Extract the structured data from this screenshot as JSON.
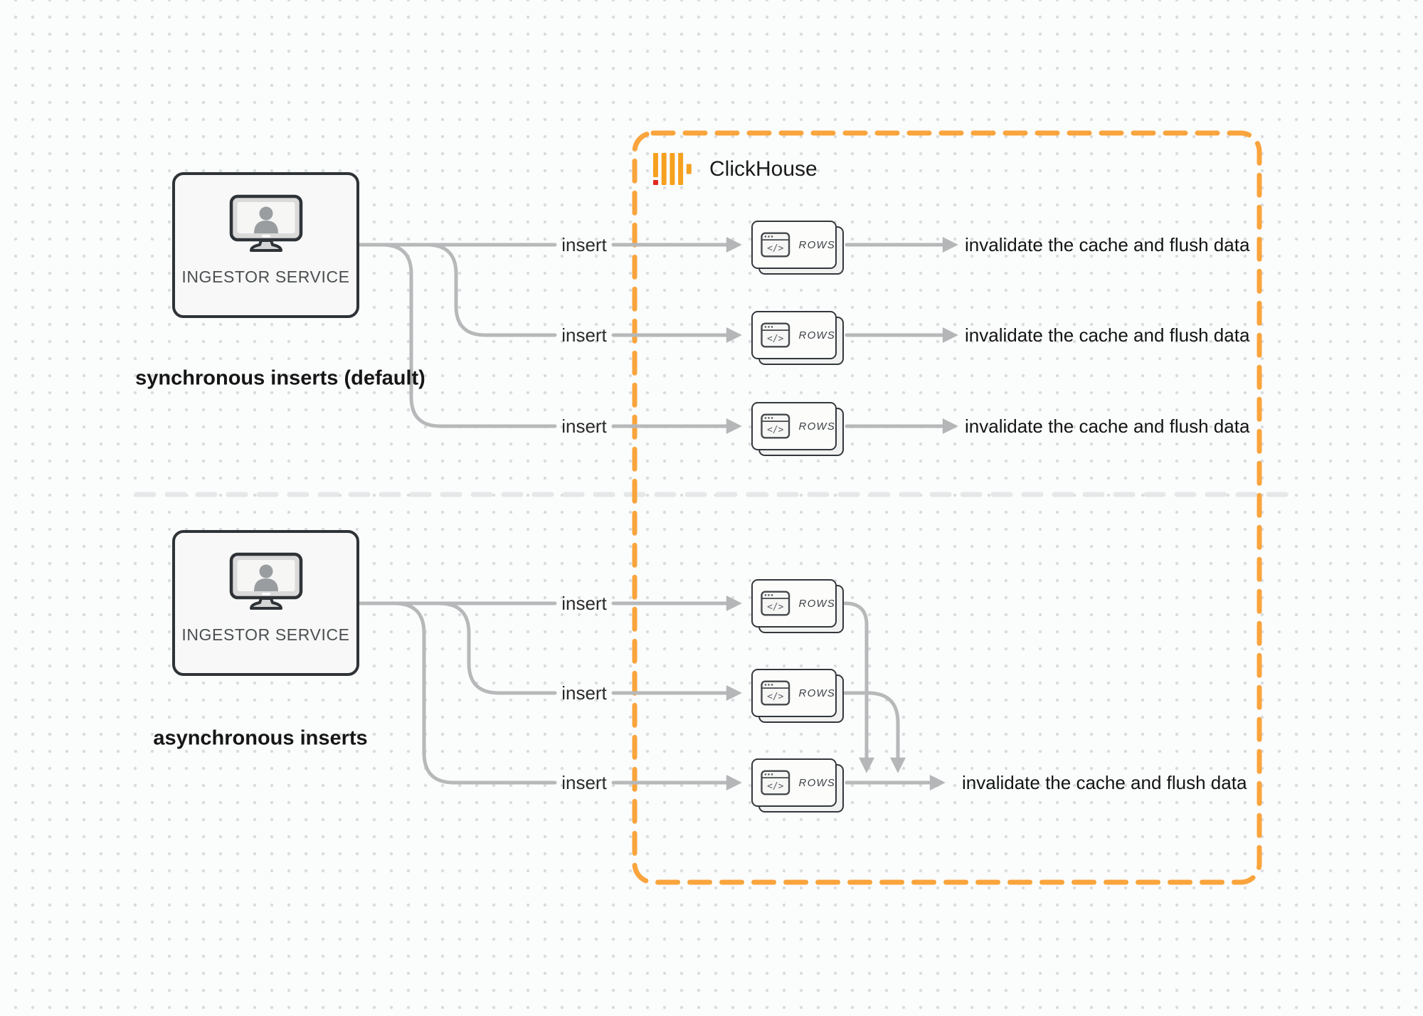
{
  "diagram": {
    "sync": {
      "section_label": "synchronous inserts (default)",
      "ingestor_label": "INGESTOR SERVICE",
      "rows": [
        {
          "insert": "insert",
          "box": "ROWS",
          "result": "invalidate the cache and flush data"
        },
        {
          "insert": "insert",
          "box": "ROWS",
          "result": "invalidate the cache and flush data"
        },
        {
          "insert": "insert",
          "box": "ROWS",
          "result": "invalidate the cache and flush data"
        }
      ]
    },
    "async": {
      "section_label": "asynchronous inserts",
      "ingestor_label": "INGESTOR SERVICE",
      "rows": [
        {
          "insert": "insert",
          "box": "ROWS"
        },
        {
          "insert": "insert",
          "box": "ROWS"
        },
        {
          "insert": "insert",
          "box": "ROWS",
          "result": "invalidate the cache and flush data"
        }
      ]
    },
    "clickhouse": {
      "brand": "ClickHouse"
    },
    "icons": {
      "code_glyph": "</>"
    },
    "colors": {
      "accent_orange": "#F9A43C",
      "logo_amber": "#F5A11F",
      "logo_red": "#E02A20",
      "connector_gray": "#B6B8B9",
      "divider_gray": "#E5E7E8",
      "box_border_dark": "#2E3338"
    }
  }
}
